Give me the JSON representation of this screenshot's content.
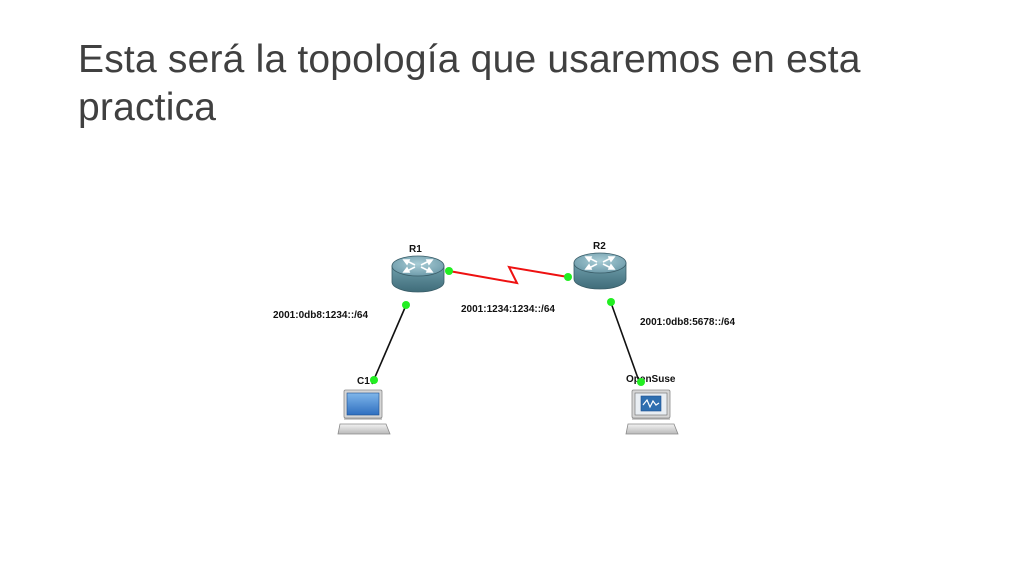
{
  "slide": {
    "title": "Esta será la topología que usaremos en esta practica"
  },
  "topology": {
    "nodes": {
      "r1": {
        "label": "R1",
        "type": "router"
      },
      "r2": {
        "label": "R2",
        "type": "router"
      },
      "c1": {
        "label": "C1",
        "type": "pc"
      },
      "opensuse": {
        "label": "OpenSuse",
        "type": "pc"
      }
    },
    "networks": {
      "lan1": "2001:0db8:1234::/64",
      "wan": "2001:1234:1234::/64",
      "lan2": "2001:0db8:5678::/64"
    },
    "colors": {
      "serial_link": "#ee1111",
      "ethernet_link": "#111111",
      "port_up": "#22ee22",
      "router_body": "#5f8f9c",
      "router_top": "#8fb8c4"
    },
    "icons": {
      "router": "router-icon",
      "pc": "laptop-icon"
    }
  }
}
